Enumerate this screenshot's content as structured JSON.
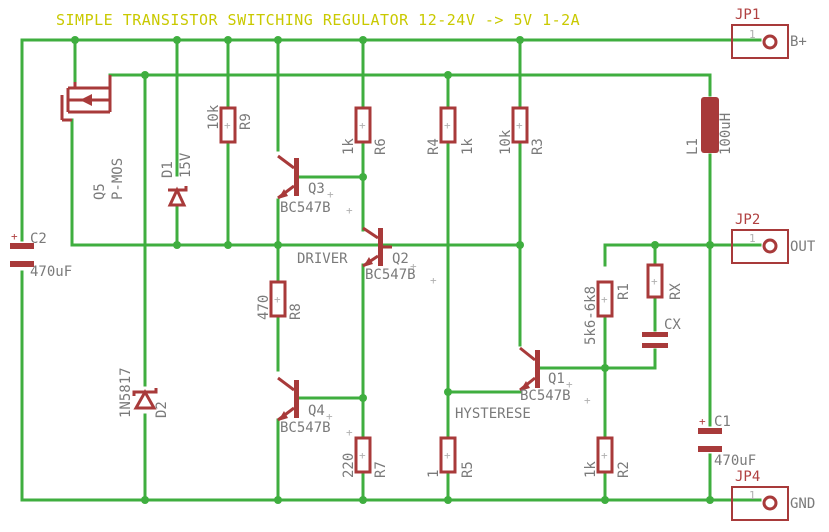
{
  "title": "SIMPLE TRANSISTOR SWITCHING REGULATOR 12-24V -> 5V 1-2A",
  "colors": {
    "wire": "#3fae3f",
    "part": "#a83a3a",
    "label": "#7a7a7a",
    "title": "#c9c900"
  },
  "connectors": [
    {
      "ref": "JP1",
      "pin": "1",
      "net": "B+"
    },
    {
      "ref": "JP2",
      "pin": "1",
      "net": "OUT"
    },
    {
      "ref": "JP4",
      "pin": "1",
      "net": "GND"
    }
  ],
  "components": {
    "R9": {
      "ref": "R9",
      "value": "10k"
    },
    "R6": {
      "ref": "R6",
      "value": "1k"
    },
    "R4": {
      "ref": "R4",
      "value": "1k"
    },
    "R3": {
      "ref": "R3",
      "value": "10k"
    },
    "R8": {
      "ref": "R8",
      "value": "470"
    },
    "R7": {
      "ref": "R7",
      "value": "220"
    },
    "R5": {
      "ref": "R5",
      "value": "1"
    },
    "R2": {
      "ref": "R2",
      "value": "1k"
    },
    "R1": {
      "ref": "R1",
      "value": "5k6-6k8"
    },
    "RX": {
      "ref": "RX",
      "value": ""
    },
    "CX": {
      "ref": "CX",
      "value": ""
    },
    "C1": {
      "ref": "C1",
      "value": "470uF"
    },
    "C2": {
      "ref": "C2",
      "value": "470uF"
    },
    "L1": {
      "ref": "L1",
      "value": "100uH"
    },
    "D1": {
      "ref": "D1",
      "value": "15V"
    },
    "D2": {
      "ref": "D2",
      "value": "1N5817"
    },
    "Q5": {
      "ref": "Q5",
      "value": "P-MOS"
    },
    "Q1": {
      "ref": "Q1",
      "value": "BC547B"
    },
    "Q2": {
      "ref": "Q2",
      "value": "BC547B"
    },
    "Q3": {
      "ref": "Q3",
      "value": "BC547B"
    },
    "Q4": {
      "ref": "Q4",
      "value": "BC547B"
    }
  },
  "net_labels": {
    "driver": "DRIVER",
    "hysterese": "HYSTERESE"
  }
}
